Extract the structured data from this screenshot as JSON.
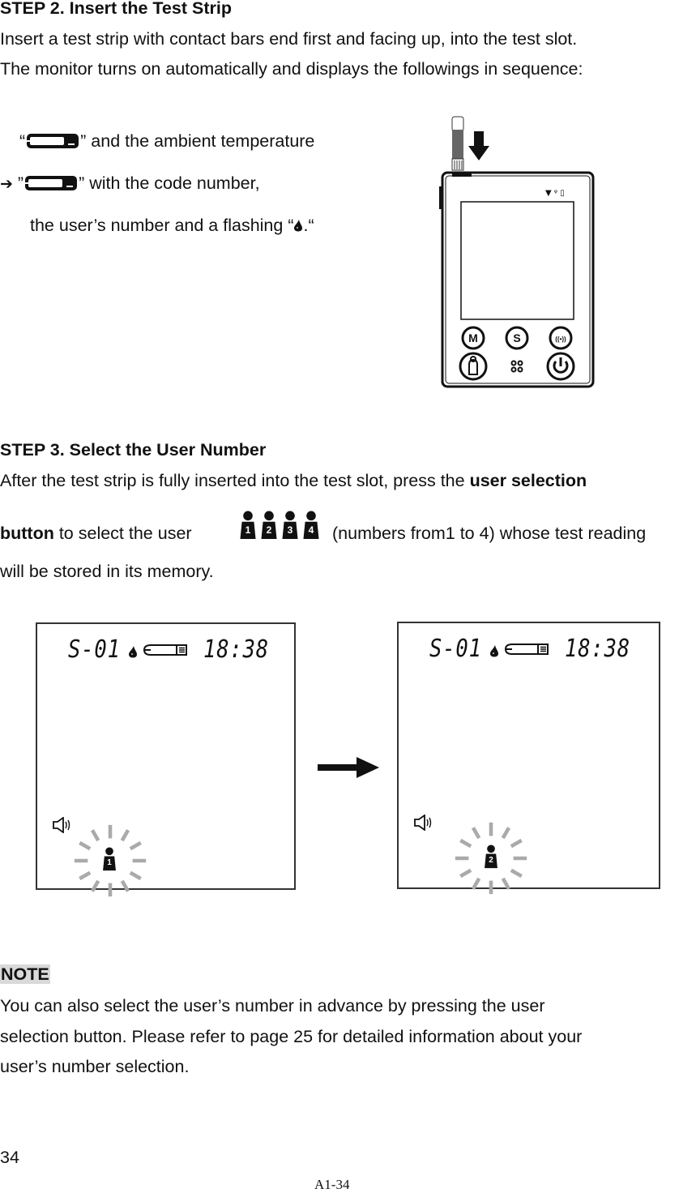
{
  "step2": {
    "title": "STEP 2. Insert the Test Strip",
    "line1": "Insert a test strip with contact bars end first and facing up, into the test slot.",
    "line2": "The monitor turns on automatically and displays the followings in sequence:",
    "seq1_open": "“",
    "seq1_rest": "” and the ambient temperature",
    "seq2_arrow": "➔",
    "seq2_open": "”",
    "seq2_rest": "” with the code number,",
    "seq3_text": "the user’s number and a flashing “",
    "seq3_close": ".“",
    "device_buttons": [
      "M",
      "S",
      "wireless",
      "user",
      "power"
    ]
  },
  "step3": {
    "title": "STEP 3. Select the User Number",
    "line1_pre": "After the test strip is fully inserted into the test slot, press the ",
    "line1_bold": "user selection",
    "line2_bold": "button",
    "line2_pre": " to select the user",
    "user_numbers": [
      "1",
      "2",
      "3",
      "4"
    ],
    "line2_post": "(numbers from1 to 4) whose test reading",
    "line3": "will be stored in its memory."
  },
  "lcd_screens": [
    {
      "code": "S-01",
      "time": "18:38",
      "user": "1"
    },
    {
      "code": "S-01",
      "time": "18:38",
      "user": "2"
    }
  ],
  "note": {
    "label": "NOTE",
    "line1": "You can also select the user’s number in advance by pressing the user",
    "line2": "selection button. Please refer to page 25 for detailed information about your",
    "line3": "user’s number selection."
  },
  "footer": {
    "page_number": "34",
    "page_code": "A1-34"
  }
}
